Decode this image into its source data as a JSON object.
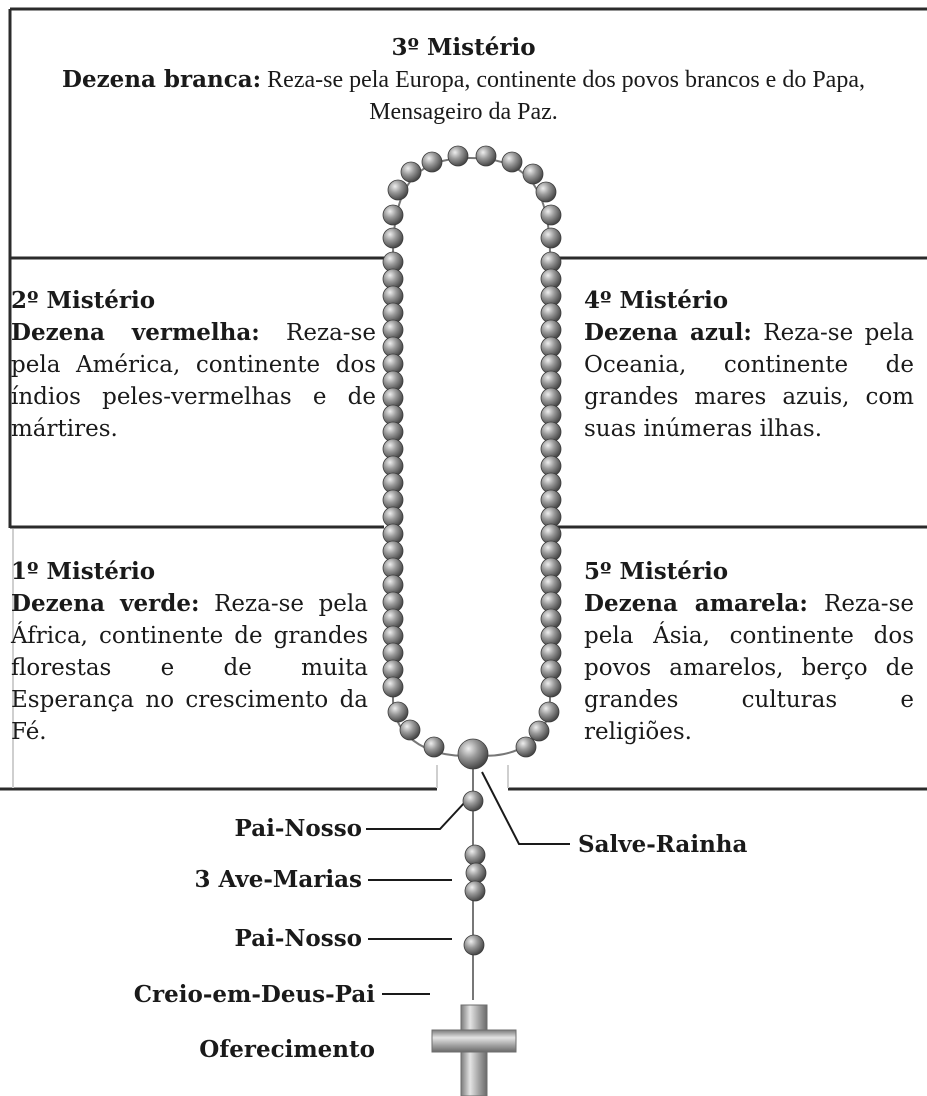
{
  "mysteries": {
    "m3": {
      "title": "3º Mistério",
      "label": "Dezena branca:",
      "text": " Reza-se pela Europa, continente dos povos brancos e do Papa, Mensageiro da Paz."
    },
    "m2": {
      "title": "2º Mistério",
      "label": "Dezena vermelha:",
      "text": " Reza-se pela América, continente dos índios peles-vermelhas e de mártires."
    },
    "m4": {
      "title": "4º Mistério",
      "label": "Dezena azul:",
      "text": " Reza-se pela Oceania, continente de grandes mares azuis, com suas inúmeras ilhas."
    },
    "m1": {
      "title": "1º Mistério",
      "label": "Dezena verde:",
      "text": " Reza-se pela África, continente de grandes florestas e de muita Esperança no crescimento da Fé."
    },
    "m5": {
      "title": "5º Mistério",
      "label": "Dezena amarela:",
      "text": " Reza-se pela Ásia, continente dos povos amarelos, berço de grandes culturas e religiões."
    }
  },
  "labels": {
    "pai_nosso_1": "Pai-Nosso",
    "salve_rainha": "Salve-Rainha",
    "ave_marias": "3 Ave-Marias",
    "pai_nosso_2": "Pai-Nosso",
    "creio": "Creio-em-Deus-Pai",
    "oferecimento": "Oferecimento"
  },
  "colors": {
    "bead": "#8a8a8a",
    "bead_highlight": "#e6e6e6",
    "bead_shadow": "#4a4a4a",
    "frame": "#2b2b2b",
    "cross": "#a8a8a8"
  }
}
